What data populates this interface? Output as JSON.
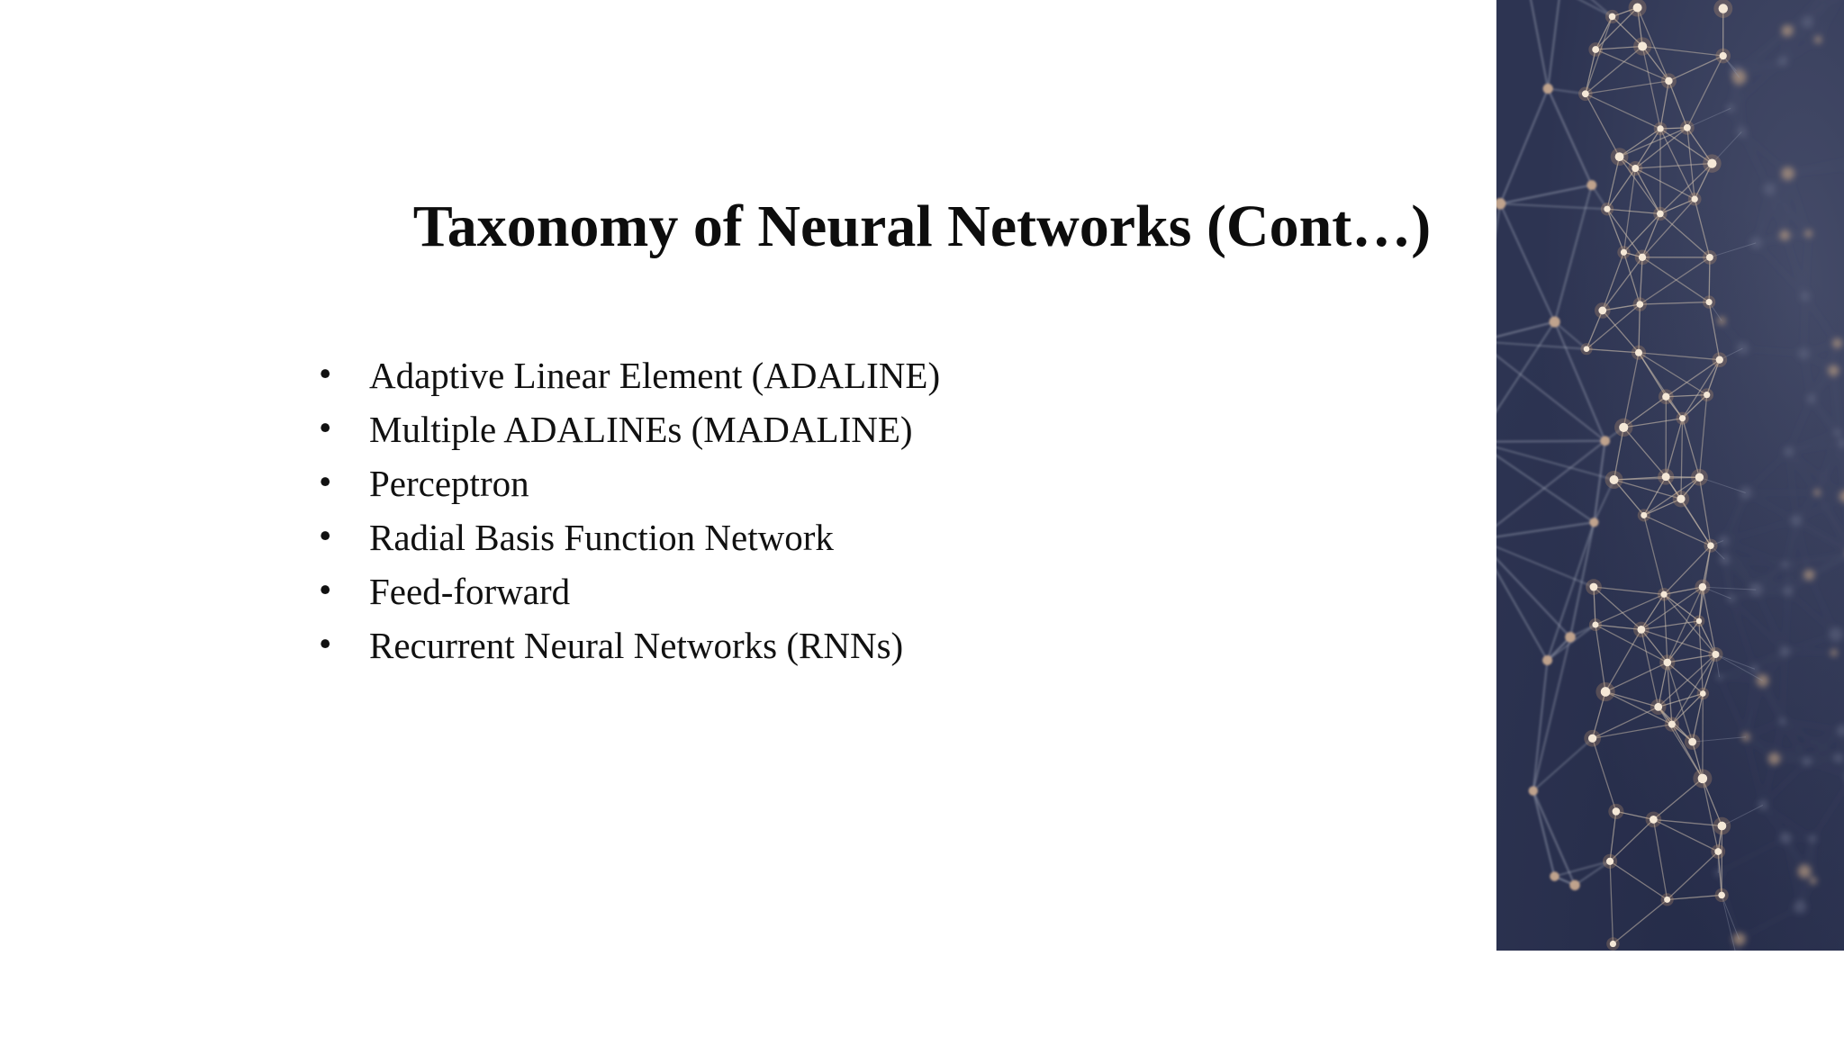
{
  "slide": {
    "title": "Taxonomy of Neural Networks (Cont…)",
    "bullet_glyph": "•",
    "bullets": [
      "Adaptive Linear Element (ADALINE)",
      "Multiple ADALINEs (MADALINE)",
      "Perceptron",
      "Radial Basis Function Network",
      "Feed-forward",
      "Recurrent Neural Networks (RNNs)"
    ],
    "image": {
      "name": "neural-network-plexus-photo",
      "colors": {
        "background": "#2d3452",
        "background_light": "#5c627e",
        "background_dark": "#1e2440",
        "node_bright": "#f5e8d7",
        "node_glow": "#c89a6e",
        "node_warm": "#c5a78e",
        "line_cool": "#959bae",
        "line_warm": "#cdbfae",
        "bokeh_dim": "#636a84",
        "bokeh_warm": "#bfa083"
      }
    }
  }
}
